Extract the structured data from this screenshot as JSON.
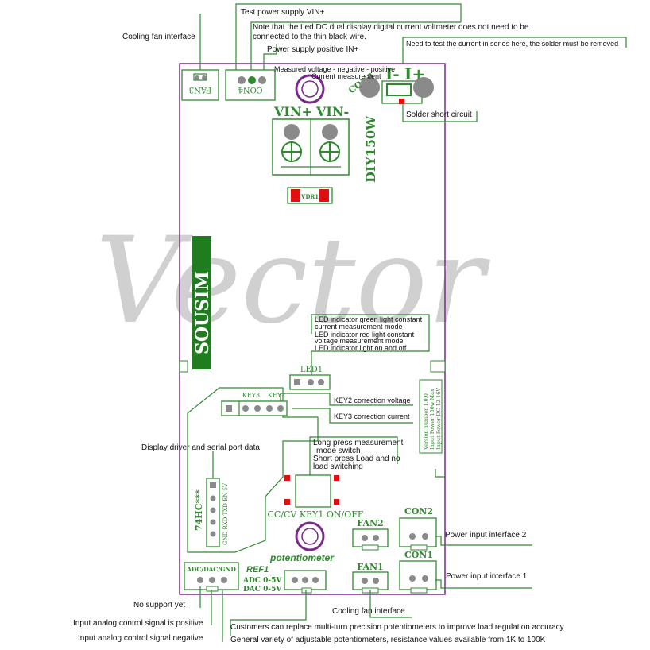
{
  "watermark": "Vector",
  "board": {
    "brand": "SOUSIM",
    "model": "DIY150W",
    "vin_plus": "VIN+",
    "vin_minus": "VIN-",
    "vdr": "VDR1",
    "con_small": "CON3",
    "i_minus": "I-",
    "i_plus": "I+",
    "fan3": "FAN3",
    "con4": "CON4",
    "led1": "LED1",
    "key3": "KEY3",
    "key2": "KEY2",
    "chip": "74HC***",
    "serial_pins": "GND RXD TXD EN 5V",
    "key1": "CC/CV KEY1 ON/OFF",
    "con2": "CON2",
    "con1": "CON1",
    "fan2": "FAN2",
    "fan1": "FAN1",
    "potentiometer": "potentiometer",
    "ref1": "REF1",
    "adc_header": "ADC/DAC/GND",
    "adc_range": "ADC 0-5V",
    "dac_range": "DAC 0-5V",
    "version_lines": [
      "Version number 1.0.0",
      "Input Power 150w Max",
      "Input Power DC 12-16V"
    ]
  },
  "callouts": {
    "cooling_fan_top": "Cooling fan interface",
    "test_power": "Test power supply VIN+",
    "note_led_1": "Note that the Led DC dual display digital current voltmeter does not need to be",
    "note_led_2": "connected to the thin black wire.",
    "power_positive": "Power supply positive IN+",
    "current_series": "Need to test the current in series here, the solder must be removed",
    "measured_voltage": "Measured voltage - negative - positive",
    "current_measurement": "Current measurement",
    "solder_short": "Solder short circuit",
    "led_green_1": "LED indicator green light constant",
    "led_green_2": "current measurement mode",
    "led_red_1": "LED indicator red light constant",
    "led_red_2": "voltage measurement mode",
    "led_onoff": "LED indicator light on and off",
    "key2_corr": "KEY2 correction voltage",
    "key3_corr": "KEY3 correction current",
    "display_driver": "Display driver and serial port data",
    "long_press_1": "Long press measurement",
    "long_press_2": "mode switch",
    "short_press_1": "Short press Load and no",
    "short_press_2": "load switching",
    "power_if_2": "Power input interface 2",
    "power_if_1": "Power input interface 1",
    "no_support": "No support yet",
    "analog_pos": "Input analog control signal is positive",
    "analog_neg": "Input analog control signal negative",
    "cooling_fan_bottom": "Cooling fan interface",
    "multi_turn": "Customers can replace multi-turn precision potentiometers to improve load regulation accuracy",
    "general_pot": "General variety of adjustable potentiometers, resistance values available from 1K to 100K"
  },
  "colors": {
    "board_outline": "#7a2a8a",
    "silk": "#2f8a2f",
    "pad_red": "#e01010",
    "brand_bg": "#1f7d1f"
  }
}
